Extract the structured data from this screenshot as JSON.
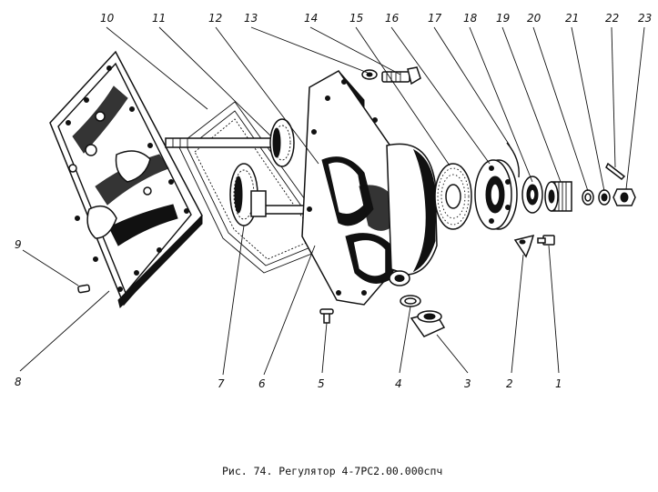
{
  "callouts": [
    {
      "n": "1"
    },
    {
      "n": "2"
    },
    {
      "n": "3"
    },
    {
      "n": "4"
    },
    {
      "n": "5"
    },
    {
      "n": "6"
    },
    {
      "n": "7"
    },
    {
      "n": "8"
    },
    {
      "n": "9"
    },
    {
      "n": "10"
    },
    {
      "n": "11"
    },
    {
      "n": "12"
    },
    {
      "n": "13"
    },
    {
      "n": "14"
    },
    {
      "n": "15"
    },
    {
      "n": "16"
    },
    {
      "n": "17"
    },
    {
      "n": "18"
    },
    {
      "n": "19"
    },
    {
      "n": "20"
    },
    {
      "n": "21"
    },
    {
      "n": "22"
    },
    {
      "n": "23"
    }
  ],
  "caption": "Рис. 74. Регулятор 4-7РС2.00.000спч"
}
